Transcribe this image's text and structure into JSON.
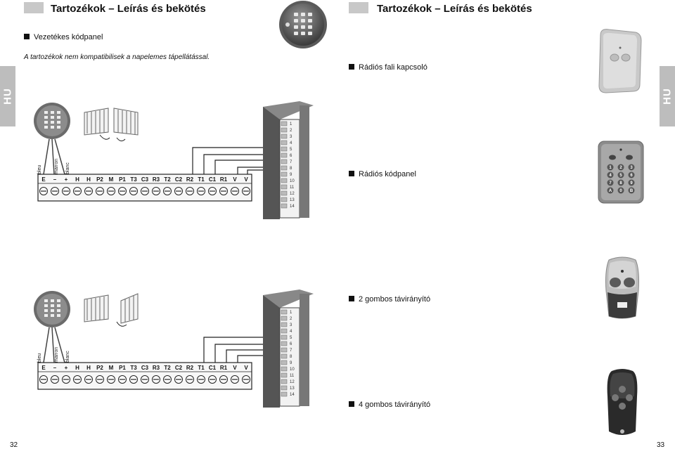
{
  "left_page": {
    "header_title": "Tartozékok – Leírás és bekötés",
    "section_title": "Vezetékes kódpanel",
    "note": "A tartozékok nem kompatibilisek a napelemes tápellátással.",
    "lang_tab": "HU",
    "page_number": "32",
    "wire_labels": [
      "bleu",
      "marron",
      "blanc"
    ],
    "terminal_labels": [
      "E",
      "–",
      "+",
      "H",
      "H",
      "P2",
      "M",
      "P1",
      "T3",
      "C3",
      "R3",
      "T2",
      "C2",
      "R2",
      "T1",
      "C1",
      "R1",
      "V",
      "V"
    ],
    "connector_numbers": [
      "1",
      "2",
      "3",
      "4",
      "5",
      "6",
      "7",
      "8",
      "9",
      "10",
      "11",
      "12",
      "13",
      "14"
    ]
  },
  "right_page": {
    "header_title": "Tartozékok – Leírás és bekötés",
    "lang_tab": "HU",
    "page_number": "33",
    "sections": [
      {
        "title": "Rádiós fali kapcsoló"
      },
      {
        "title": "Rádiós kódpanel"
      },
      {
        "title": "2 gombos távirányító"
      },
      {
        "title": "4 gombos távirányító"
      }
    ],
    "keypad_keys": [
      "1",
      "2",
      "3",
      "4",
      "5",
      "6",
      "7",
      "8",
      "9",
      "A",
      "0",
      "B"
    ]
  }
}
